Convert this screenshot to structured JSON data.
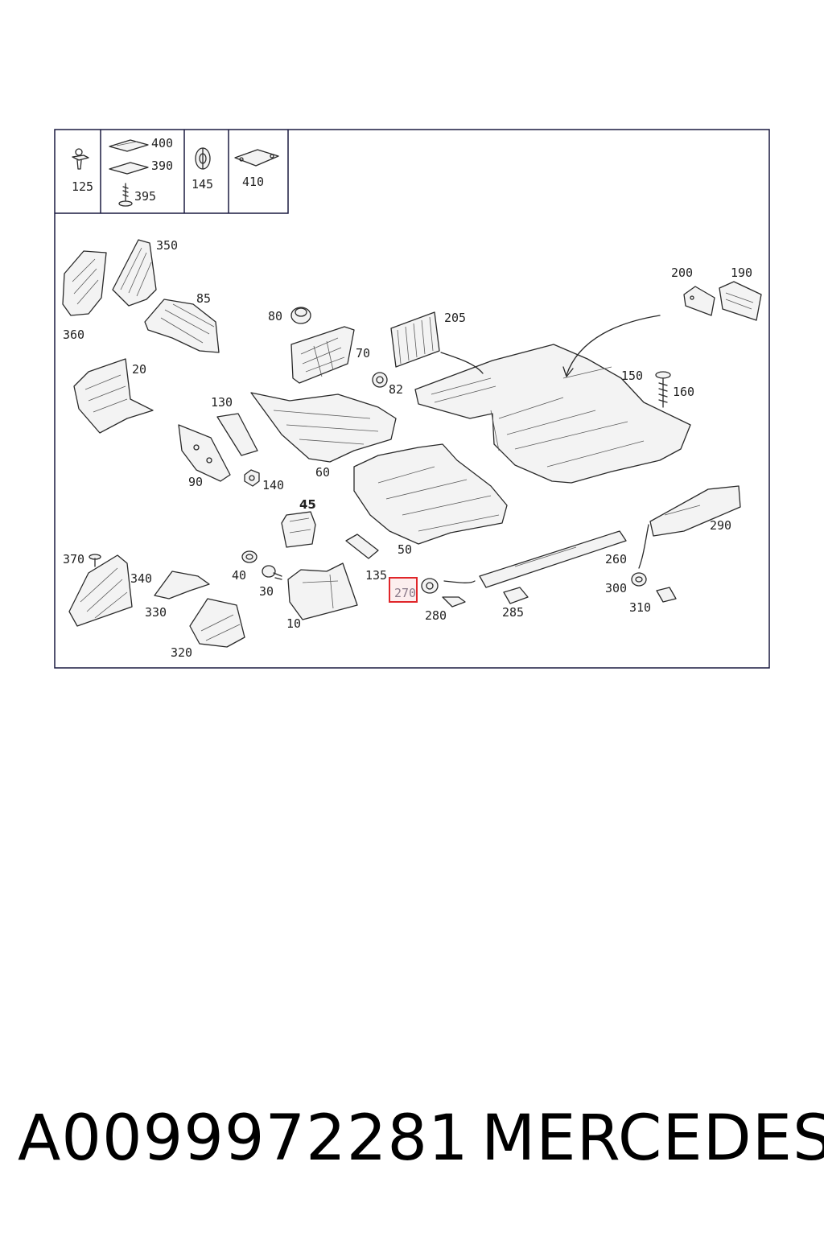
{
  "parts": {
    "p125": "125",
    "p400": "400",
    "p390": "390",
    "p395": "395",
    "p145": "145",
    "p410": "410",
    "p350": "350",
    "p360": "360",
    "p85": "85",
    "p80": "80",
    "p205": "205",
    "p70": "70",
    "p82": "82",
    "p200": "200",
    "p190": "190",
    "p150": "150",
    "p160": "160",
    "p20": "20",
    "p130": "130",
    "p60": "60",
    "p90": "90",
    "p140": "140",
    "p45": "45",
    "p50": "50",
    "p290": "290",
    "p260": "260",
    "p370": "370",
    "p340": "340",
    "p330": "330",
    "p320": "320",
    "p40": "40",
    "p30": "30",
    "p10": "10",
    "p135": "135",
    "p270": "270",
    "p280": "280",
    "p285": "285",
    "p300": "300",
    "p310": "310"
  },
  "highlighted_part": "270",
  "highlight_color": "#e0262a",
  "footer": {
    "part_number": "A0099972281",
    "brand": "MERCEDES"
  }
}
